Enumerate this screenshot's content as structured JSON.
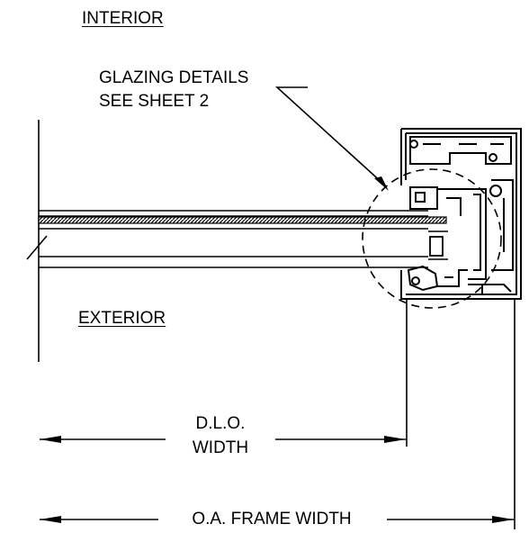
{
  "labels": {
    "interior": "INTERIOR",
    "exterior": "EXTERIOR",
    "glazing_line1": "GLAZING DETAILS",
    "glazing_line2": "SEE SHEET 2",
    "dlo_line1": "D.L.O.",
    "dlo_line2": "WIDTH",
    "oa_frame_width": "O.A. FRAME WIDTH"
  }
}
